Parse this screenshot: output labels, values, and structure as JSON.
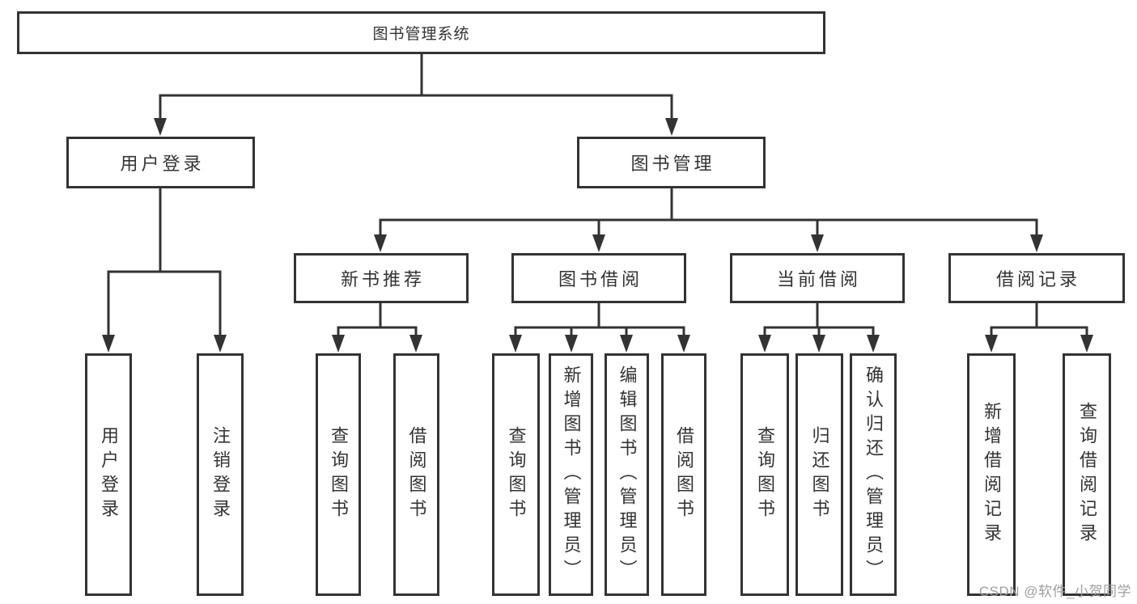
{
  "diagram": {
    "title": "图书管理系统",
    "nodes": {
      "root": {
        "label": "图书管理系统"
      },
      "user_login": {
        "label": "用户登录"
      },
      "book_management": {
        "label": "图书管理"
      },
      "new_book_recommend": {
        "label": "新书推荐"
      },
      "book_borrowing": {
        "label": "图书借阅"
      },
      "current_borrowing": {
        "label": "当前借阅"
      },
      "borrowing_records": {
        "label": "借阅记录"
      },
      "leaf_user_login": {
        "label": "用户登录"
      },
      "leaf_logout": {
        "label": "注销登录"
      },
      "leaf_nbr_query_books": {
        "label": "查询图书"
      },
      "leaf_nbr_borrow_books": {
        "label": "借阅图书"
      },
      "leaf_bb_query_books": {
        "label": "查询图书"
      },
      "leaf_bb_add_books": {
        "label": "新增图书（管理员）"
      },
      "leaf_bb_edit_books": {
        "label": "编辑图书（管理员）"
      },
      "leaf_bb_borrow_books": {
        "label": "借阅图书"
      },
      "leaf_cb_query_books": {
        "label": "查询图书"
      },
      "leaf_cb_return_books": {
        "label": "归还图书"
      },
      "leaf_cb_confirm_return": {
        "label": "确认归还（管理员）"
      },
      "leaf_br_add_record": {
        "label": "新增借阅记录"
      },
      "leaf_br_query_record": {
        "label": "查询借阅记录"
      }
    }
  },
  "watermark": {
    "text": "CSDN @软件_小贺同学"
  },
  "colors": {
    "line": "#333333",
    "ink": "#333333",
    "bg": "#ffffff",
    "watermark": "#9e9e9e"
  }
}
